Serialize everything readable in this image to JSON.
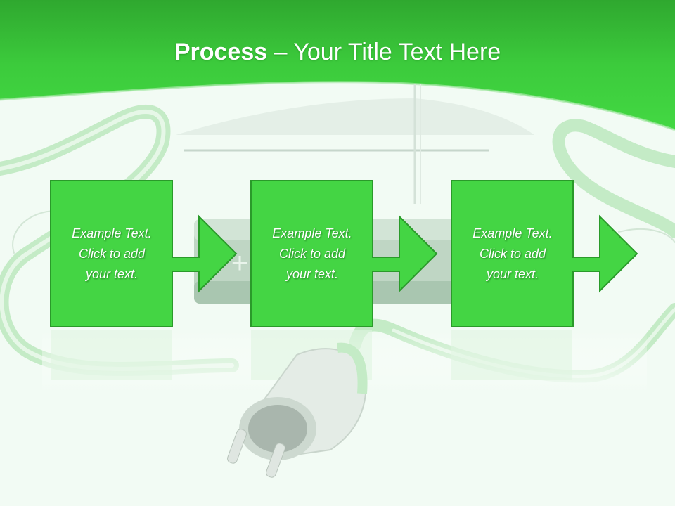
{
  "slide": {
    "title_bold": "Process",
    "title_rest": " – Your Title Text Here",
    "colors": {
      "header_green": "#3cd23c",
      "box_fill": "#44d544",
      "box_border": "#2a9a2a",
      "background": "#f2fbf4"
    },
    "steps": [
      {
        "text": "Example Text.\nClick  to add\nyour text."
      },
      {
        "text": "Example Text.\nClick  to add\nyour text."
      },
      {
        "text": "Example Text.\nClick  to add\nyour text."
      }
    ],
    "decorations": [
      "battery-graphic",
      "power-cable",
      "plug-icon"
    ]
  }
}
